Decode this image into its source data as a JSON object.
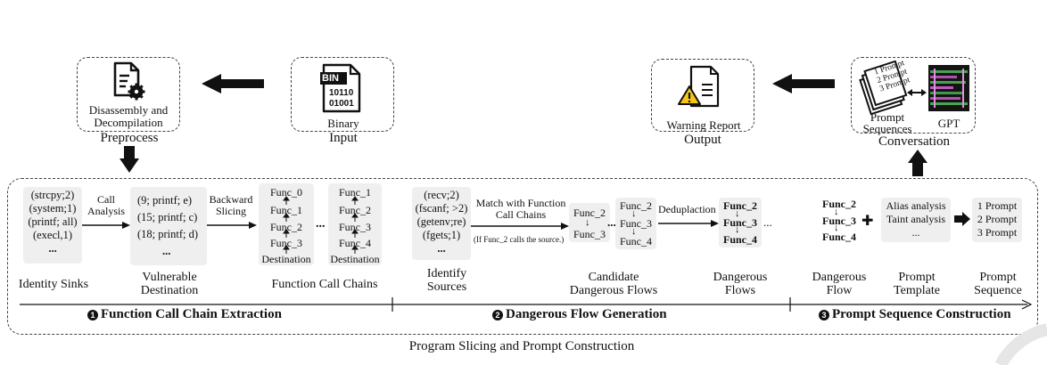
{
  "top": {
    "preprocess": {
      "box_label": "Disassembly and Decompilation",
      "caption": "Preprocess"
    },
    "input": {
      "box_label": "Binary",
      "caption": "Input",
      "bin_tag": "BIN",
      "bin_line1": "10110",
      "bin_line2": "01001"
    },
    "output": {
      "box_label": "Warning Report",
      "caption": "Output"
    },
    "conversation": {
      "prompt_label": "Prompt Sequences",
      "gpt_label": "GPT",
      "caption": "Conversation",
      "paper_lines": [
        "1 Prompt",
        "2 Prompt",
        "3 Prompt"
      ]
    }
  },
  "stage1": {
    "sinks": [
      "(strcpy;2)",
      "(system;1)",
      "(printf; all)",
      "(execl,1)",
      "..."
    ],
    "sinks_label": "Identity Sinks",
    "call_analysis": "Call Analysis",
    "destinations": [
      "(9;  printf; e)",
      "(15; printf; c)",
      "(18; printf; d)",
      "..."
    ],
    "dest_label": "Vulnerable Destination",
    "backward_slicing": "Backward Slicing",
    "chain1": [
      "Func_0",
      "Func_1",
      "Func_2",
      "Func_3",
      "Destination"
    ],
    "chain2": [
      "Func_1",
      "Func_2",
      "Func_3",
      "Func_4",
      "Destination"
    ],
    "ellipsis": "...",
    "chains_label": "Function Call Chains",
    "title": "Function Call Chain Extraction",
    "number": "1"
  },
  "stage2": {
    "sources": [
      "(recv;2)",
      "(fscanf; >2)",
      "(getenv;re)",
      "(fgets;1)",
      "..."
    ],
    "sources_label": "Identify Sources",
    "match_label": "Match with Function Call Chains",
    "note": "(If Func_2 calls the source.)",
    "cand_a": [
      "Func_2",
      "Func_3"
    ],
    "cand_b": [
      "Func_2",
      "Func_3",
      "Func_4"
    ],
    "ellipsis": "...",
    "cand_label": "Candidate Dangerous Flows",
    "dedup": "Deduplaction",
    "danger": [
      "Func_2",
      "Func_3",
      "Func_4"
    ],
    "danger_label": "Dangerous Flows",
    "title": "Dangerous Flow Generation",
    "number": "2"
  },
  "stage3": {
    "flow": [
      "Func_2",
      "Func_3",
      "Func_4"
    ],
    "flow_label": "Dangerous Flow",
    "template": [
      "Alias analysis",
      "Taint analysis",
      "..."
    ],
    "template_label": "Prompt Template",
    "sequence": [
      "1 Prompt",
      "2 Prompt",
      "3 Prompt"
    ],
    "sequence_label": "Prompt Sequence",
    "plus": "✚",
    "title": "Prompt Sequence Construction",
    "number": "3"
  },
  "footer": {
    "caption": "Program Slicing and Prompt Construction"
  },
  "colors": {
    "line": "#111111",
    "gray_box": "#efefef",
    "dashed": "#444444"
  }
}
